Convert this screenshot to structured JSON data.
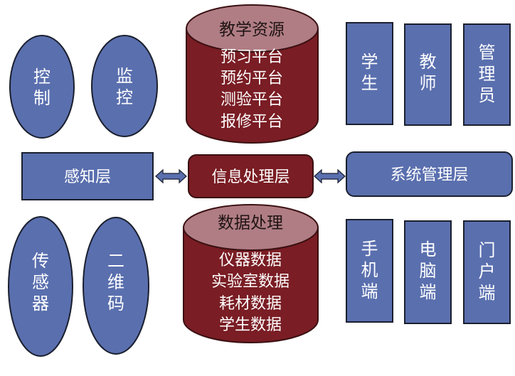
{
  "colors": {
    "blue_fill": "#5a6fae",
    "blue_stroke": "#1a1f2e",
    "red_fill": "#7a1d24",
    "red_cap": "#b07d84",
    "red_stroke": "#3a1012",
    "text_light": "#ffffff",
    "text_dark": "#1f1414"
  },
  "top_left_ellipses": [
    {
      "label": "控制"
    },
    {
      "label": "监控"
    }
  ],
  "bottom_left_ellipses": [
    {
      "label": "传感器"
    },
    {
      "label": "二维码"
    }
  ],
  "top_cylinder": {
    "title": "教学资源",
    "items": [
      "预习平台",
      "预约平台",
      "测验平台",
      "报修平台"
    ]
  },
  "bottom_cylinder": {
    "title": "数据处理",
    "items": [
      "仪器数据",
      "实验室数据",
      "耗材数据",
      "学生数据"
    ]
  },
  "top_right_boxes": [
    {
      "label": "学生"
    },
    {
      "label": "教师"
    },
    {
      "label": "管理员"
    }
  ],
  "bottom_right_boxes": [
    {
      "label": "手机端"
    },
    {
      "label": "电脑端"
    },
    {
      "label": "门户端"
    }
  ],
  "layers": {
    "perception": "感知层",
    "processing": "信息处理层",
    "management": "系统管理层"
  },
  "arrows": [
    {
      "from": "感知层",
      "to": "信息处理层",
      "type": "bidirectional"
    },
    {
      "from": "信息处理层",
      "to": "系统管理层",
      "type": "bidirectional"
    }
  ]
}
